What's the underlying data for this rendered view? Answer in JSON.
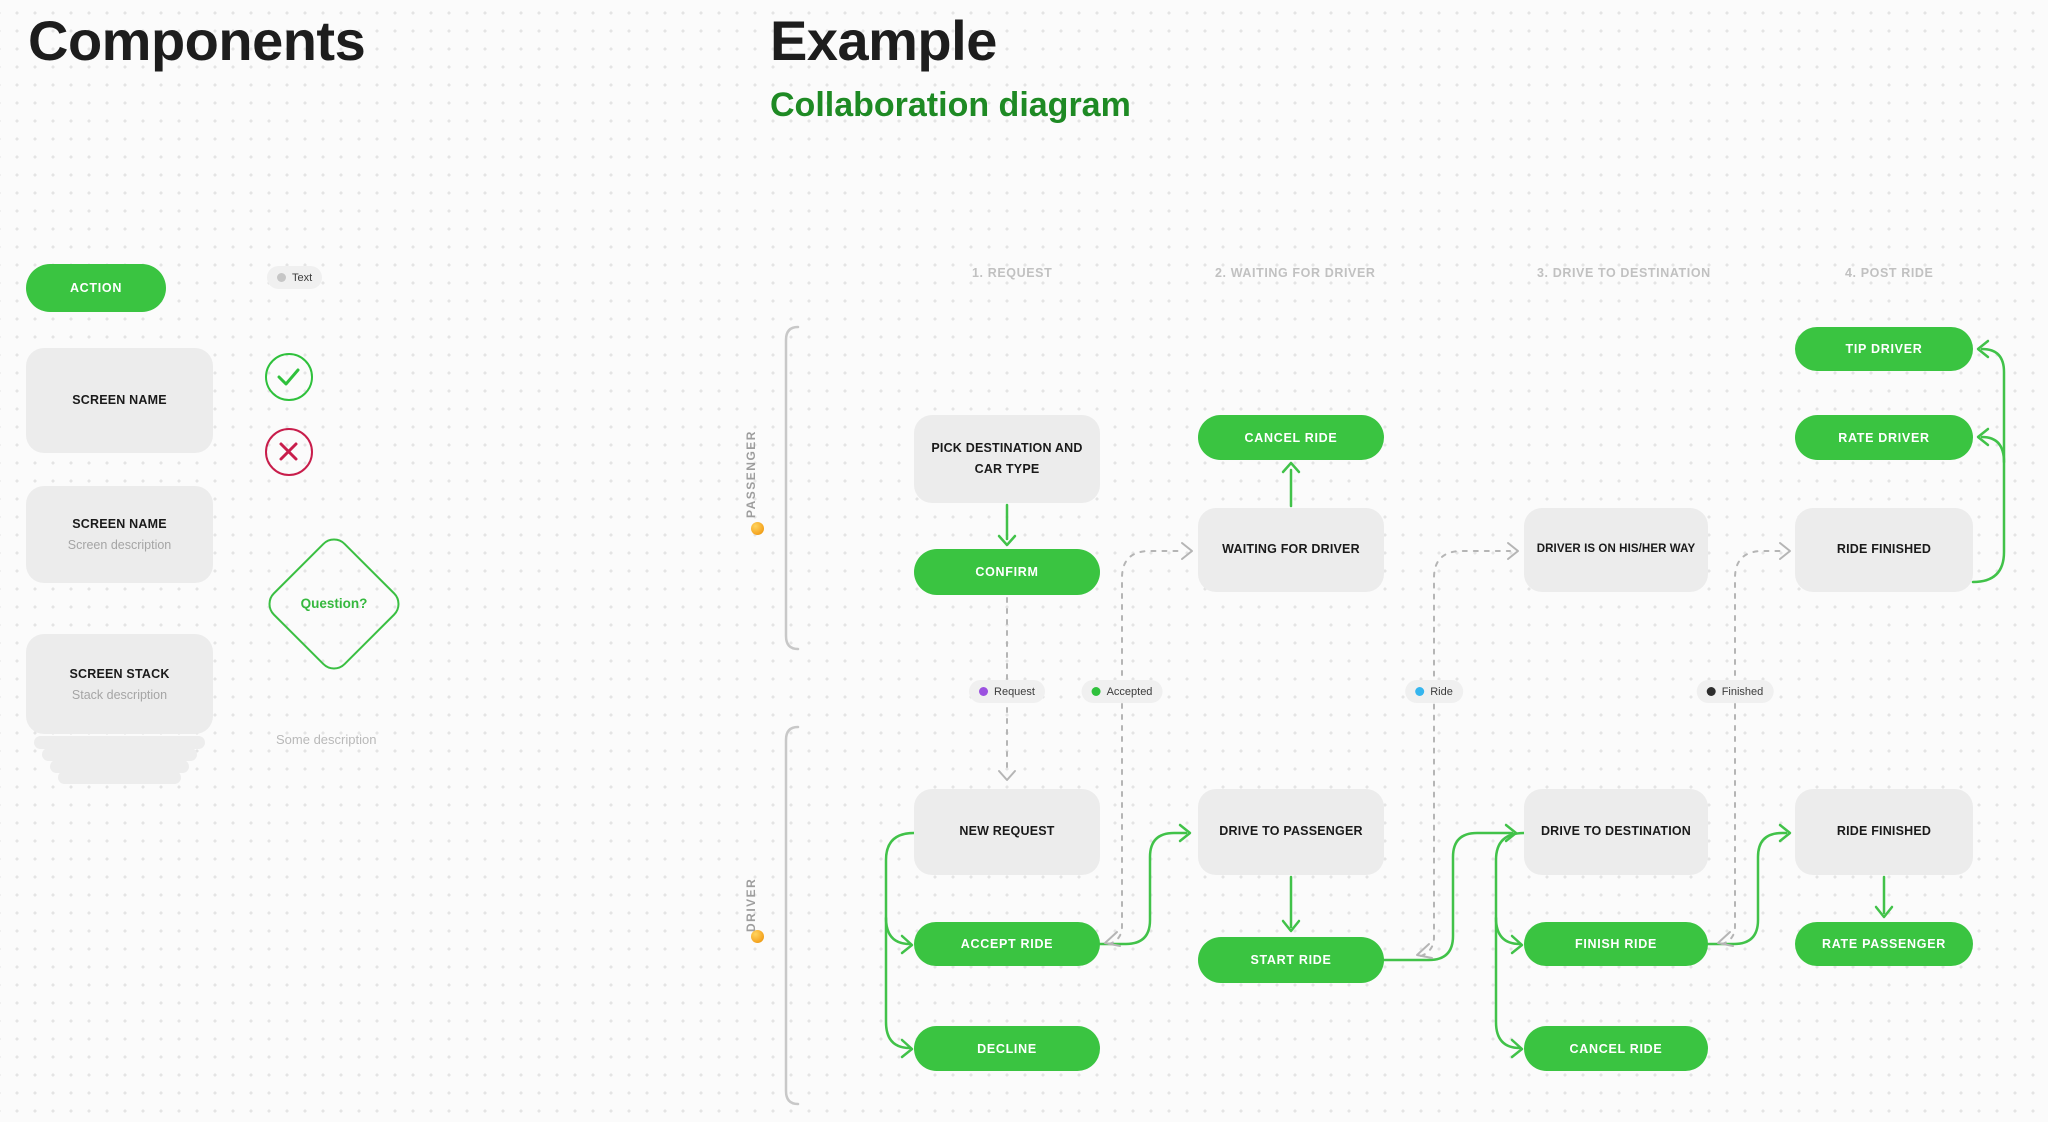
{
  "titles": {
    "components": "Components",
    "example": "Example",
    "subtitle": "Collaboration diagram"
  },
  "colors": {
    "green": "#3ac441",
    "green_text": "#1e8a24",
    "red": "#c81d4b",
    "state_gray": "#ececec",
    "dashed_gray": "#b5b5b5",
    "dot_request": "#9b51e0",
    "dot_accepted": "#2fc13c",
    "dot_ride": "#35b5ee",
    "dot_finished": "#2d2d2d"
  },
  "components": {
    "action": "ACTION",
    "text_chip": "Text",
    "screen": {
      "title": "SCREEN NAME"
    },
    "screen_desc": {
      "title": "SCREEN NAME",
      "description": "Screen description"
    },
    "question": "Question?",
    "stack": {
      "title": "SCREEN STACK",
      "description": "Stack description"
    },
    "some_description": "Some description"
  },
  "example": {
    "phases": [
      "1. REQUEST",
      "2. WAITING FOR DRIVER",
      "3. DRIVE TO DESTINATION",
      "4. POST RIDE"
    ],
    "lanes": {
      "passenger": "PASSENGER",
      "driver": "DRIVER"
    },
    "messages": {
      "request": {
        "label": "Request",
        "color": "#9b51e0"
      },
      "accepted": {
        "label": "Accepted",
        "color": "#2fc13c"
      },
      "ride": {
        "label": "Ride",
        "color": "#35b5ee"
      },
      "finished": {
        "label": "Finished",
        "color": "#2d2d2d"
      }
    },
    "passenger_nodes": {
      "pick_destination": "PICK DESTINATION AND CAR TYPE",
      "confirm": "CONFIRM",
      "cancel_ride": "CANCEL RIDE",
      "waiting_for_driver": "WAITING FOR DRIVER",
      "driver_on_way": "DRIVER IS ON HIS/HER WAY",
      "tip_driver": "TIP DRIVER",
      "rate_driver": "RATE DRIVER",
      "ride_finished": "RIDE FINISHED"
    },
    "driver_nodes": {
      "new_request": "NEW REQUEST",
      "accept_ride": "ACCEPT RIDE",
      "decline": "DECLINE",
      "drive_to_passenger": "DRIVE TO PASSENGER",
      "start_ride": "START RIDE",
      "drive_to_destination": "DRIVE TO DESTINATION",
      "finish_ride": "FINISH RIDE",
      "cancel_ride": "CANCEL RIDE",
      "ride_finished": "RIDE FINISHED",
      "rate_passenger": "RATE PASSENGER"
    }
  }
}
